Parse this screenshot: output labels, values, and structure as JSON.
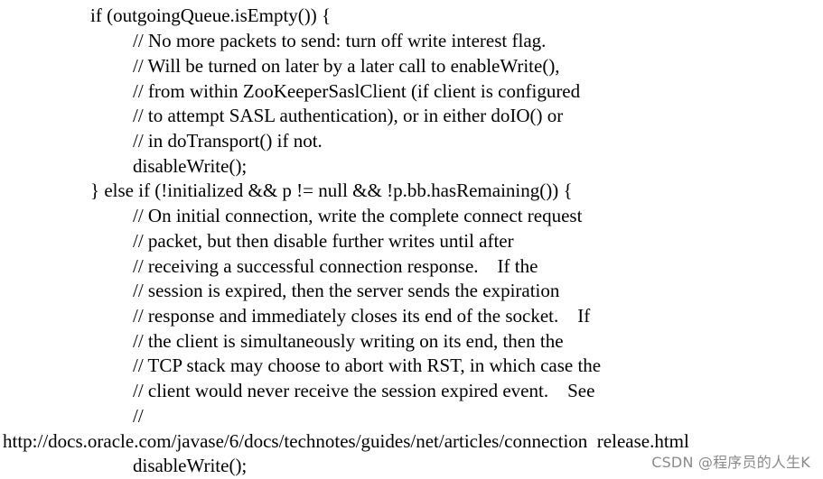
{
  "code_lines": [
    {
      "indent": 1,
      "text": "if (outgoingQueue.isEmpty()) {"
    },
    {
      "indent": 2,
      "text": "// No more packets to send: turn off write interest flag."
    },
    {
      "indent": 2,
      "text": "// Will be turned on later by a later call to enableWrite(),"
    },
    {
      "indent": 2,
      "text": "// from within ZooKeeperSaslClient (if client is configured"
    },
    {
      "indent": 2,
      "text": "// to attempt SASL authentication), or in either doIO() or"
    },
    {
      "indent": 2,
      "text": "// in doTransport() if not."
    },
    {
      "indent": 2,
      "text": "disableWrite();"
    },
    {
      "indent": 1,
      "text": "} else if (!initialized && p != null && !p.bb.hasRemaining()) {"
    },
    {
      "indent": 2,
      "text": "// On initial connection, write the complete connect request"
    },
    {
      "indent": 2,
      "text": "// packet, but then disable further writes until after"
    },
    {
      "indent": 2,
      "text": "// receiving a successful connection response.    If the"
    },
    {
      "indent": 2,
      "text": "// session is expired, then the server sends the expiration"
    },
    {
      "indent": 2,
      "text": "// response and immediately closes its end of the socket.    If"
    },
    {
      "indent": 2,
      "text": "// the client is simultaneously writing on its end, then the"
    },
    {
      "indent": 2,
      "text": "// TCP stack may choose to abort with RST, in which case the"
    },
    {
      "indent": 2,
      "text": "// client would never receive the session expired event.    See"
    },
    {
      "indent": 2,
      "text": "//"
    },
    {
      "indent": 0,
      "text": "http://docs.oracle.com/javase/6/docs/technotes/guides/net/articles/connection  release.html"
    },
    {
      "indent": 2,
      "text": "disableWrite();"
    }
  ],
  "watermark": "CSDN @程序员的人生K"
}
